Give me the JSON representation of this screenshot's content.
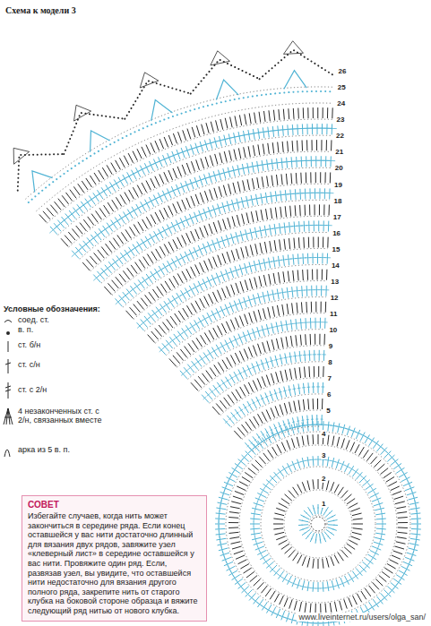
{
  "diagram": {
    "title": "Схема к модели 3",
    "nodes": [
      {
        "text": [
          "СОВЕТ",
          "Избегайте случаев, когда нить может закончиться в середине ряда. Если конец оставшейся у вас нити достаточно длинный для вязания двух рядов, завяжите узел «клеверный лист» в середине оставшейся у вас нити. Провяжите один ряд. Если, развязав узел, вы увидите, что оставшейся нити недостаточно для вязания другого полного ряда, закрепите нить от старого клубка на боковой стороне образца и вяжите следующий ряд нитью от нового клубка."
        ]
      }
    ],
    "labels": [
      "Условные обозначения:",
      "1",
      "2",
      "3",
      "4",
      "5",
      "6",
      "7",
      "8",
      "9",
      "10",
      "11",
      "12",
      "13",
      "14",
      "15",
      "16",
      "17",
      "18",
      "19",
      "20",
      "21",
      "22",
      "23",
      "24",
      "25",
      "26",
      "www.liveinternet.ru/users/olga_san/"
    ],
    "legend": [
      {
        "text": "соед. ст."
      },
      {
        "text": "в. п."
      },
      {
        "text": "ст. б/н"
      },
      {
        "text": "ст. с/н"
      },
      {
        "text": "ст. с 2/н"
      },
      {
        "text": "4 незаконченных ст. с 2/н, связанных вместе"
      },
      {
        "text": "арка из 5 в. п."
      }
    ]
  }
}
